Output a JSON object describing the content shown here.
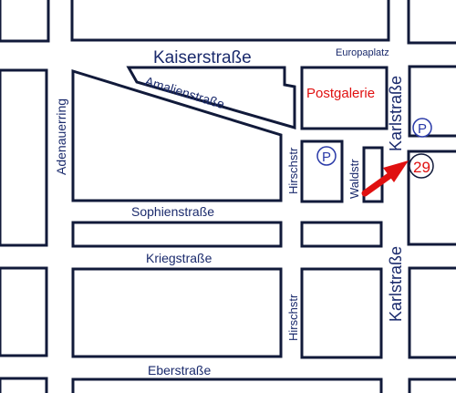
{
  "colors": {
    "street_text": "#1a2a6c",
    "block_stroke": "#111a3a",
    "highlight_text": "#e01010",
    "arrow": "#e01010",
    "parking": "#2a3aa8",
    "number_badge": "#e01010"
  },
  "map": {
    "streets": {
      "kaiserstrasse": "Kaiserstraße",
      "europaplatz": "Europaplatz",
      "amalienstrasse": "Amalienstraße",
      "adenauerring": "Adenauerring",
      "hirschstr_upper": "Hirschstr",
      "hirschstr_lower": "Hirschstr",
      "waldstr": "Waldstr",
      "karlstrasse_upper": "Karlstraße",
      "karlstrasse_lower": "Karlstraße",
      "sophienstrasse": "Sophienstraße",
      "kriegstrasse": "Kriegstraße",
      "eberstrasse": "Eberstraße"
    },
    "landmarks": {
      "postgalerie": "Postgalerie"
    },
    "markers": {
      "parking_1": "P",
      "parking_2": "P",
      "house_number": "29"
    },
    "icons": {
      "parking": "parking-icon",
      "arrow": "location-arrow-icon"
    }
  }
}
